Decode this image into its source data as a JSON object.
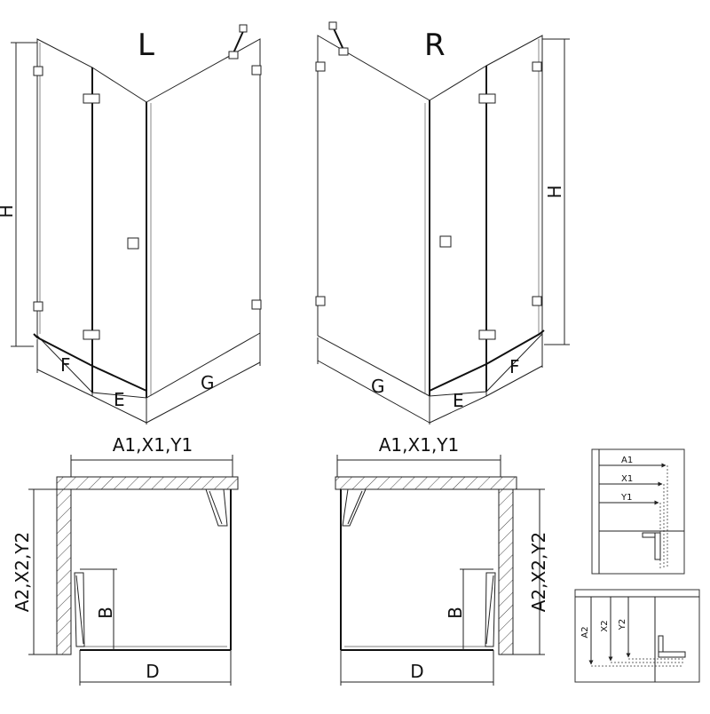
{
  "labels": {
    "left_variant": "L",
    "right_variant": "R",
    "height": "H",
    "width_f": "F",
    "width_e": "E",
    "width_g": "G",
    "plan_top": "A1,X1,Y1",
    "plan_side": "A2,X2,Y2",
    "plan_b": "B",
    "plan_d": "D",
    "detail_a1": "A1",
    "detail_x1": "X1",
    "detail_y1": "Y1",
    "detail_a2": "A2",
    "detail_x2": "X2",
    "detail_y2": "Y2"
  }
}
